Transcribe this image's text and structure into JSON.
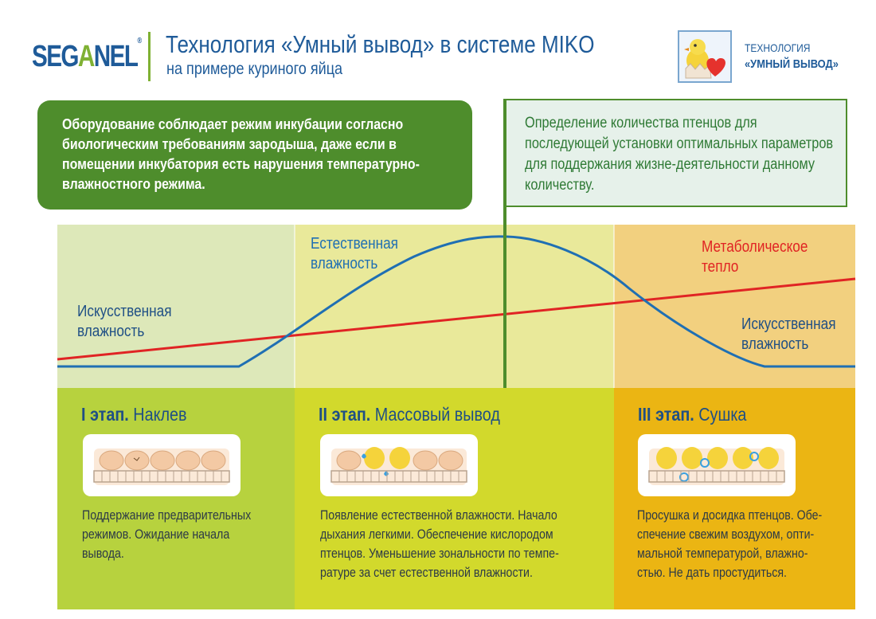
{
  "header": {
    "logo": {
      "prefix": "SEG",
      "accent": "A",
      "suffix": "NEL",
      "mark": "®"
    },
    "title": "Технология «Умный вывод» в системе MIKO",
    "subtitle": "на примере куриного яйца",
    "badge": {
      "line1": "ТЕХНОЛОГИЯ",
      "line2": "«УМНЫЙ ВЫВОД»",
      "icon": "chick-heart-icon"
    }
  },
  "callouts": {
    "equipment": "Оборудование соблюдает режим инкубации согласно биологическим требованиям зародыша, даже если в помещении инкубатория есть нарушения температурно-влажностного режима.",
    "count": "Определение количества птенцов для последующей установки оптимальных параметров для поддержания жизне-деятельности данному количеству."
  },
  "graph": {
    "labels": {
      "artificial_left": [
        "Искусственная",
        "влажность"
      ],
      "natural": [
        "Естественная",
        "влажность"
      ],
      "metabolic": [
        "Метаболическое",
        "тепло"
      ],
      "artificial_right": [
        "Искусственная",
        "влажность"
      ]
    },
    "colors": {
      "humidity": "#1f6fb3",
      "heat": "#e02424",
      "marker": "#4e8d2c"
    }
  },
  "stages": [
    {
      "number": "I этап.",
      "name": "Наклев",
      "description": [
        "Поддержание предварительных",
        "режимов. Ожидание начала",
        "вывода."
      ],
      "color": "#b7d23e"
    },
    {
      "number": "II этап.",
      "name": "Массовый вывод",
      "description": [
        "Появление естественной влажности. Начало",
        "дыхания легкими. Обеспечение кислородом",
        "птенцов. Уменьшение зональности по темпе-",
        "ратуре за счет естественной влажности."
      ],
      "color": "#d2d92c"
    },
    {
      "number": "III этап.",
      "name": "Сушка",
      "description": [
        "Просушка и досидка птенцов. Обе-",
        "спечение свежим воздухом, опти-",
        "мальной температурой,  влажно-",
        "стью. Не дать простудиться."
      ],
      "color": "#ebb513"
    }
  ]
}
